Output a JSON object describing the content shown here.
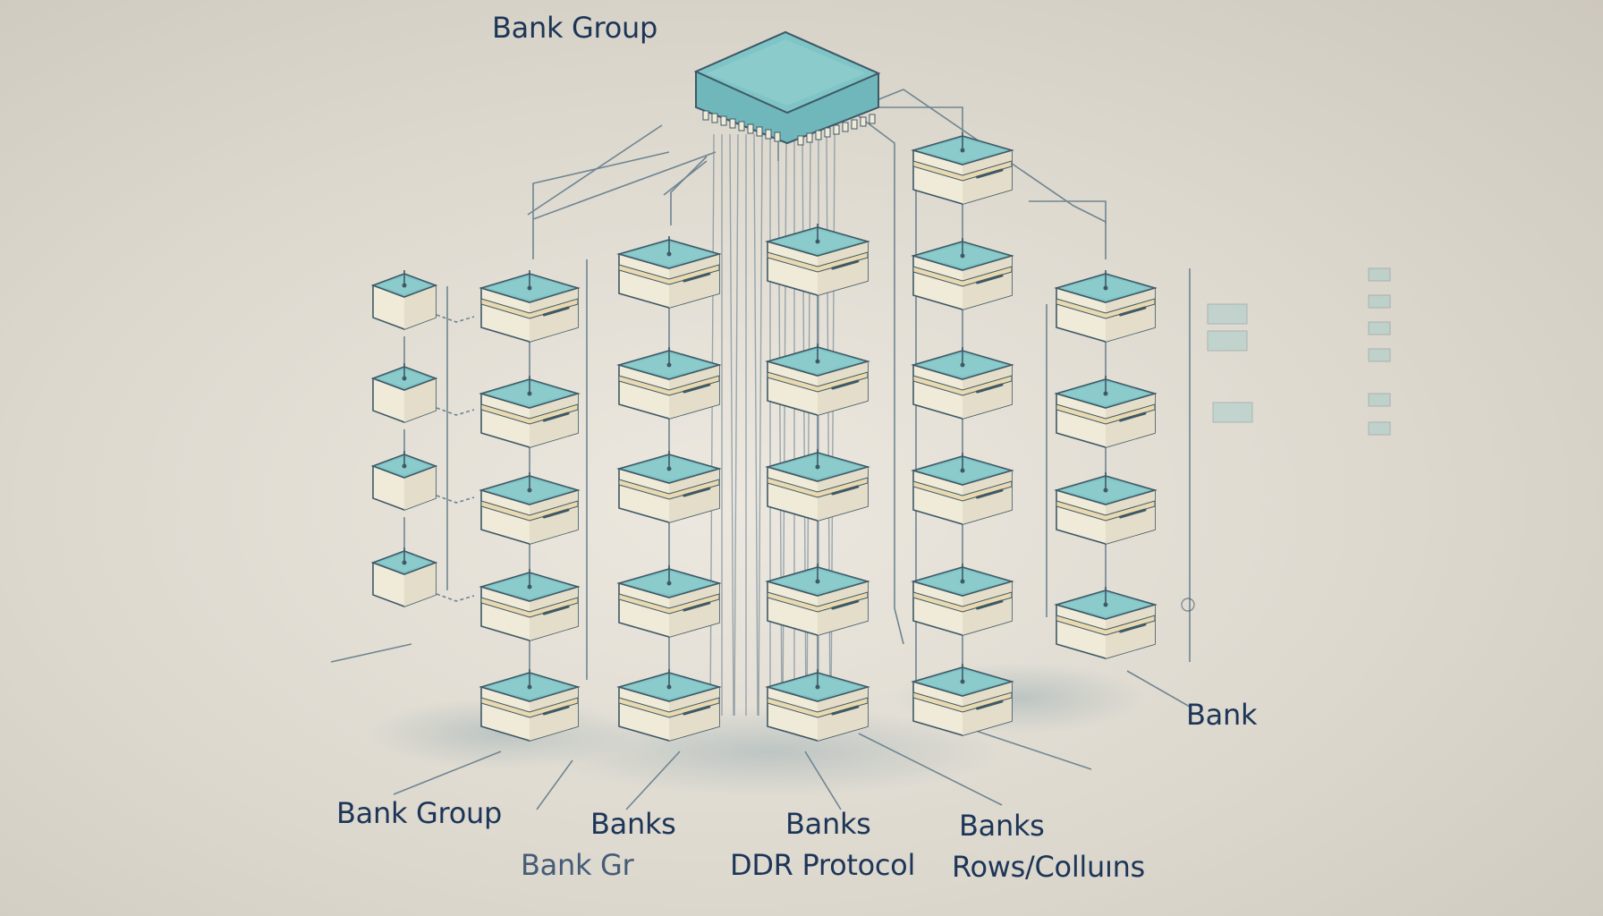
{
  "labels": {
    "top_title": "Bank Group",
    "bank": "Bank",
    "bottom_bank_group": "Bank Group",
    "banks_1": "Banks",
    "banks_2": "Banks",
    "banks_3": "Banks",
    "bank_group_partial": "Bank Gr",
    "ddr_protocol": "DDR Protocol",
    "rows_columns": "Rows/Colluıns"
  },
  "colors": {
    "background": "#dcd8ce",
    "chip_top": "#7fc4c6",
    "chip_side": "#f0ead9",
    "chip_band": "#e9d9b0",
    "outline": "#3f5966",
    "line": "#6f8591",
    "text": "#1d3557"
  },
  "diagram": {
    "controller": "main-controller-chip",
    "columns": [
      {
        "id": "small-column",
        "rows": 4
      },
      {
        "id": "column-1",
        "rows": 5
      },
      {
        "id": "column-2",
        "rows": 5
      },
      {
        "id": "column-3",
        "rows": 5
      },
      {
        "id": "column-4",
        "rows": 6
      },
      {
        "id": "column-5",
        "rows": 4
      }
    ]
  }
}
